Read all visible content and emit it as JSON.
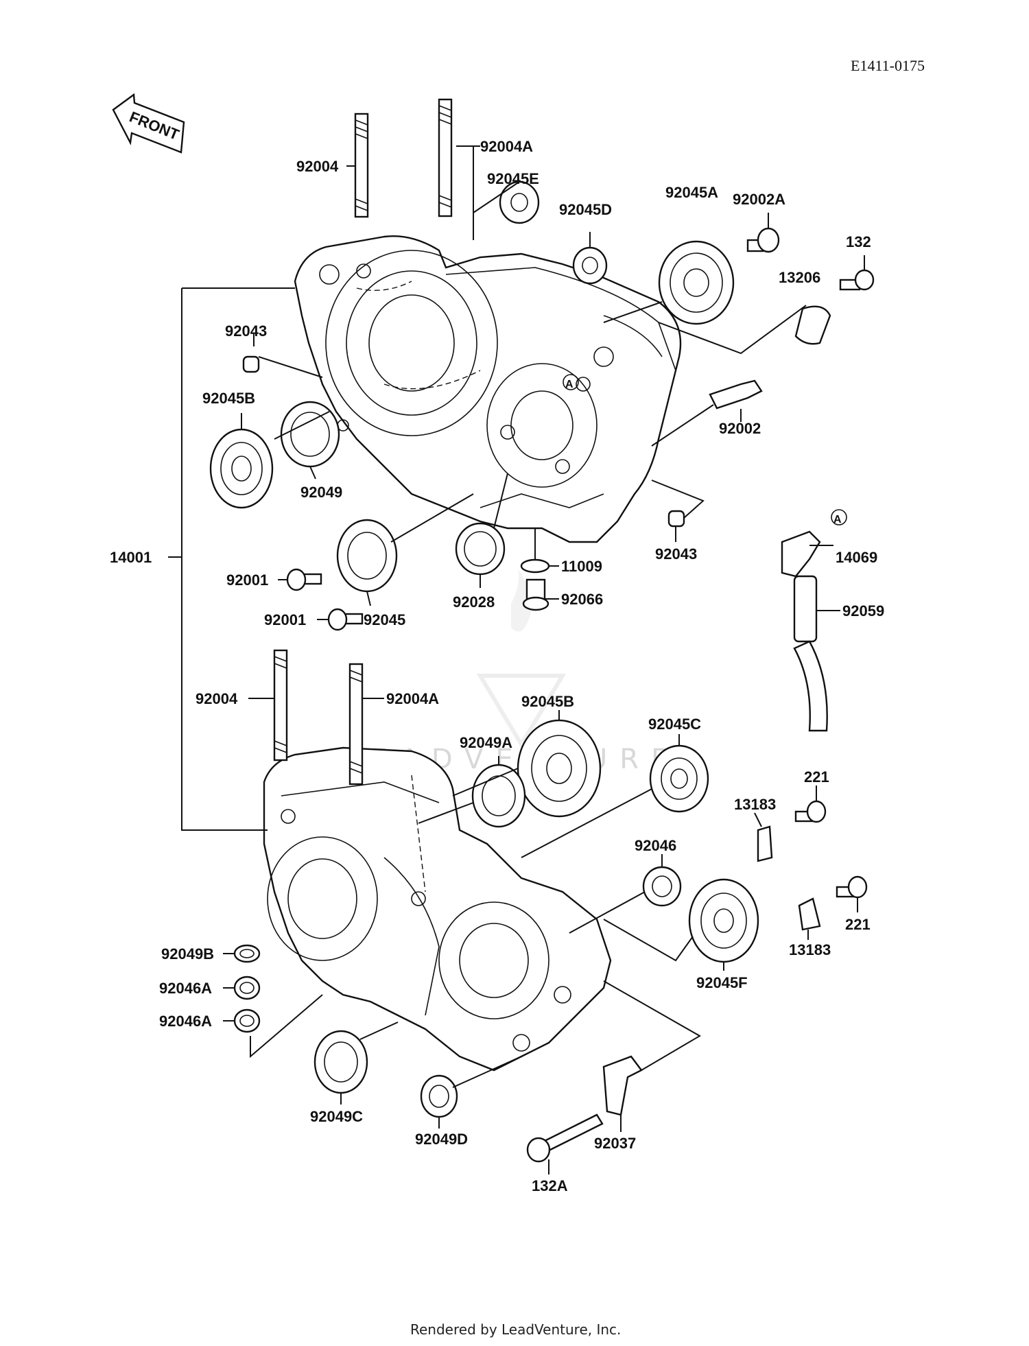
{
  "diagram_code": "E1411-0175",
  "front_label": "FRONT",
  "footer": "Rendered by LeadVenture, Inc.",
  "watermark": "LEADVENTURE",
  "ref_marker": "A",
  "labels": {
    "p92004_top": "92004",
    "p92004A_top": "92004A",
    "p92045E": "92045E",
    "p92045D": "92045D",
    "p92045A": "92045A",
    "p92002A": "92002A",
    "p132": "132",
    "p13206": "13206",
    "p92043_top": "92043",
    "p92045B_top": "92045B",
    "p92049": "92049",
    "p92002": "92002",
    "p14001": "14001",
    "p92043_mid": "92043",
    "p14069": "14069",
    "p11009": "11009",
    "p92001_a": "92001",
    "p92001_b": "92001",
    "p92045": "92045",
    "p92028": "92028",
    "p92066": "92066",
    "p92059": "92059",
    "p92004_bot": "92004",
    "p92004A_bot": "92004A",
    "p92045B_bot": "92045B",
    "p92049A": "92049A",
    "p92045C": "92045C",
    "p221_a": "221",
    "p13183_a": "13183",
    "p92046": "92046",
    "p221_b": "221",
    "p13183_b": "13183",
    "p92045F": "92045F",
    "p92049B": "92049B",
    "p92046A_a": "92046A",
    "p92046A_b": "92046A",
    "p92049C": "92049C",
    "p92049D": "92049D",
    "p92037": "92037",
    "p132A": "132A"
  }
}
